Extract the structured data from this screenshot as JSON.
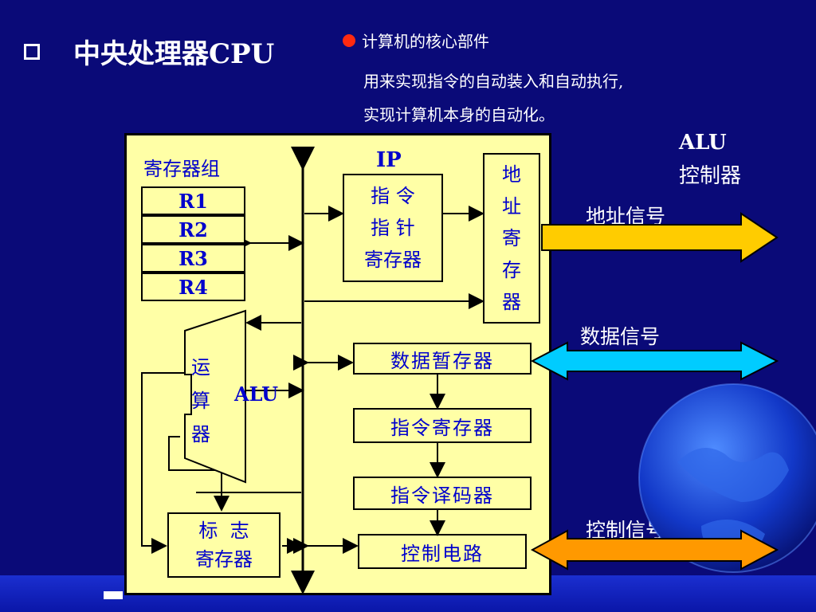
{
  "title": {
    "text": "中央处理器CPU"
  },
  "intro": {
    "heading": "计算机的核心部件",
    "line1": "用来实现指令的自动装入和自动执行,",
    "line2": "实现计算机本身的自动化。"
  },
  "alu_controller": {
    "line1": "ALU",
    "line2": "控制器"
  },
  "signals": {
    "address": "地址信号",
    "data": "数据信号",
    "control": "控制信号"
  },
  "cpu": {
    "register_group": "寄存器组",
    "registers": [
      "R1",
      "R2",
      "R3",
      "R4"
    ],
    "ip_label": "IP",
    "ip_register": {
      "line1": "指 令",
      "line2": "指 针",
      "line3": "寄存器"
    },
    "address_register": [
      "地",
      "址",
      "寄",
      "存",
      "器"
    ],
    "alu": {
      "chars": [
        "运",
        "算",
        "器"
      ],
      "label": "ALU"
    },
    "data_buffer": "数据暂存器",
    "instruction_register": "指令寄存器",
    "instruction_decoder": "指令译码器",
    "control_circuit": "控制电路",
    "flag_register": {
      "line1": "标  志",
      "line2": "寄存器"
    }
  },
  "colors": {
    "background": "#0a0a78",
    "panel": "#ffffa6",
    "text_blue": "#0000cc",
    "address_arrow": "#ffcc00",
    "data_arrow": "#00ccff",
    "control_arrow": "#ff9900"
  }
}
